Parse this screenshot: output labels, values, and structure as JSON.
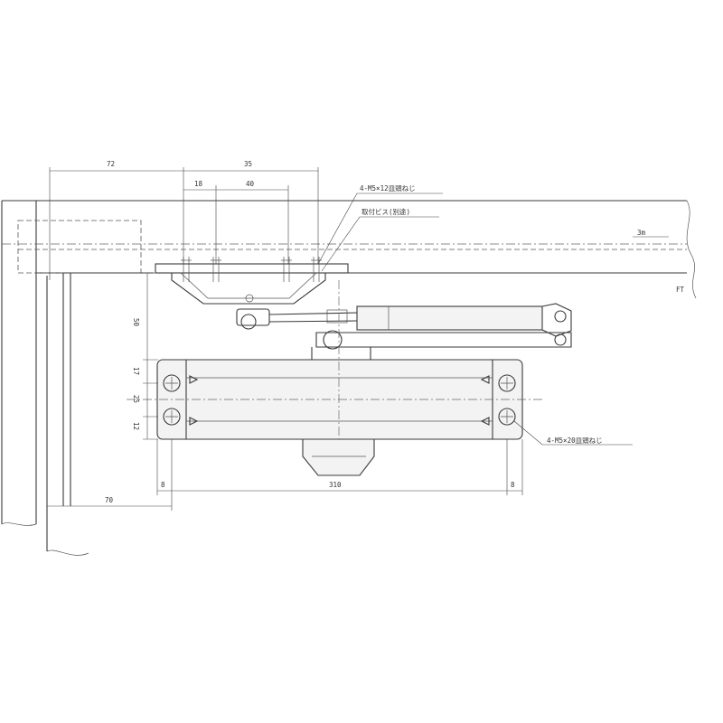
{
  "dimensions": {
    "d72": "72",
    "d35": "35",
    "d18": "18",
    "d40": "40",
    "d50": "50",
    "d17": "17",
    "d25": "25",
    "d12": "12",
    "d8l": "8",
    "d8r": "8",
    "d310": "310",
    "d70": "70"
  },
  "annotations": {
    "bracket_screws": "4-M5×12皿頭ねじ",
    "pin_note": "取付ビス(別途)",
    "arm_label": "3m",
    "floor_label": "FT",
    "body_screws": "4-M5×20皿頭ねじ"
  }
}
